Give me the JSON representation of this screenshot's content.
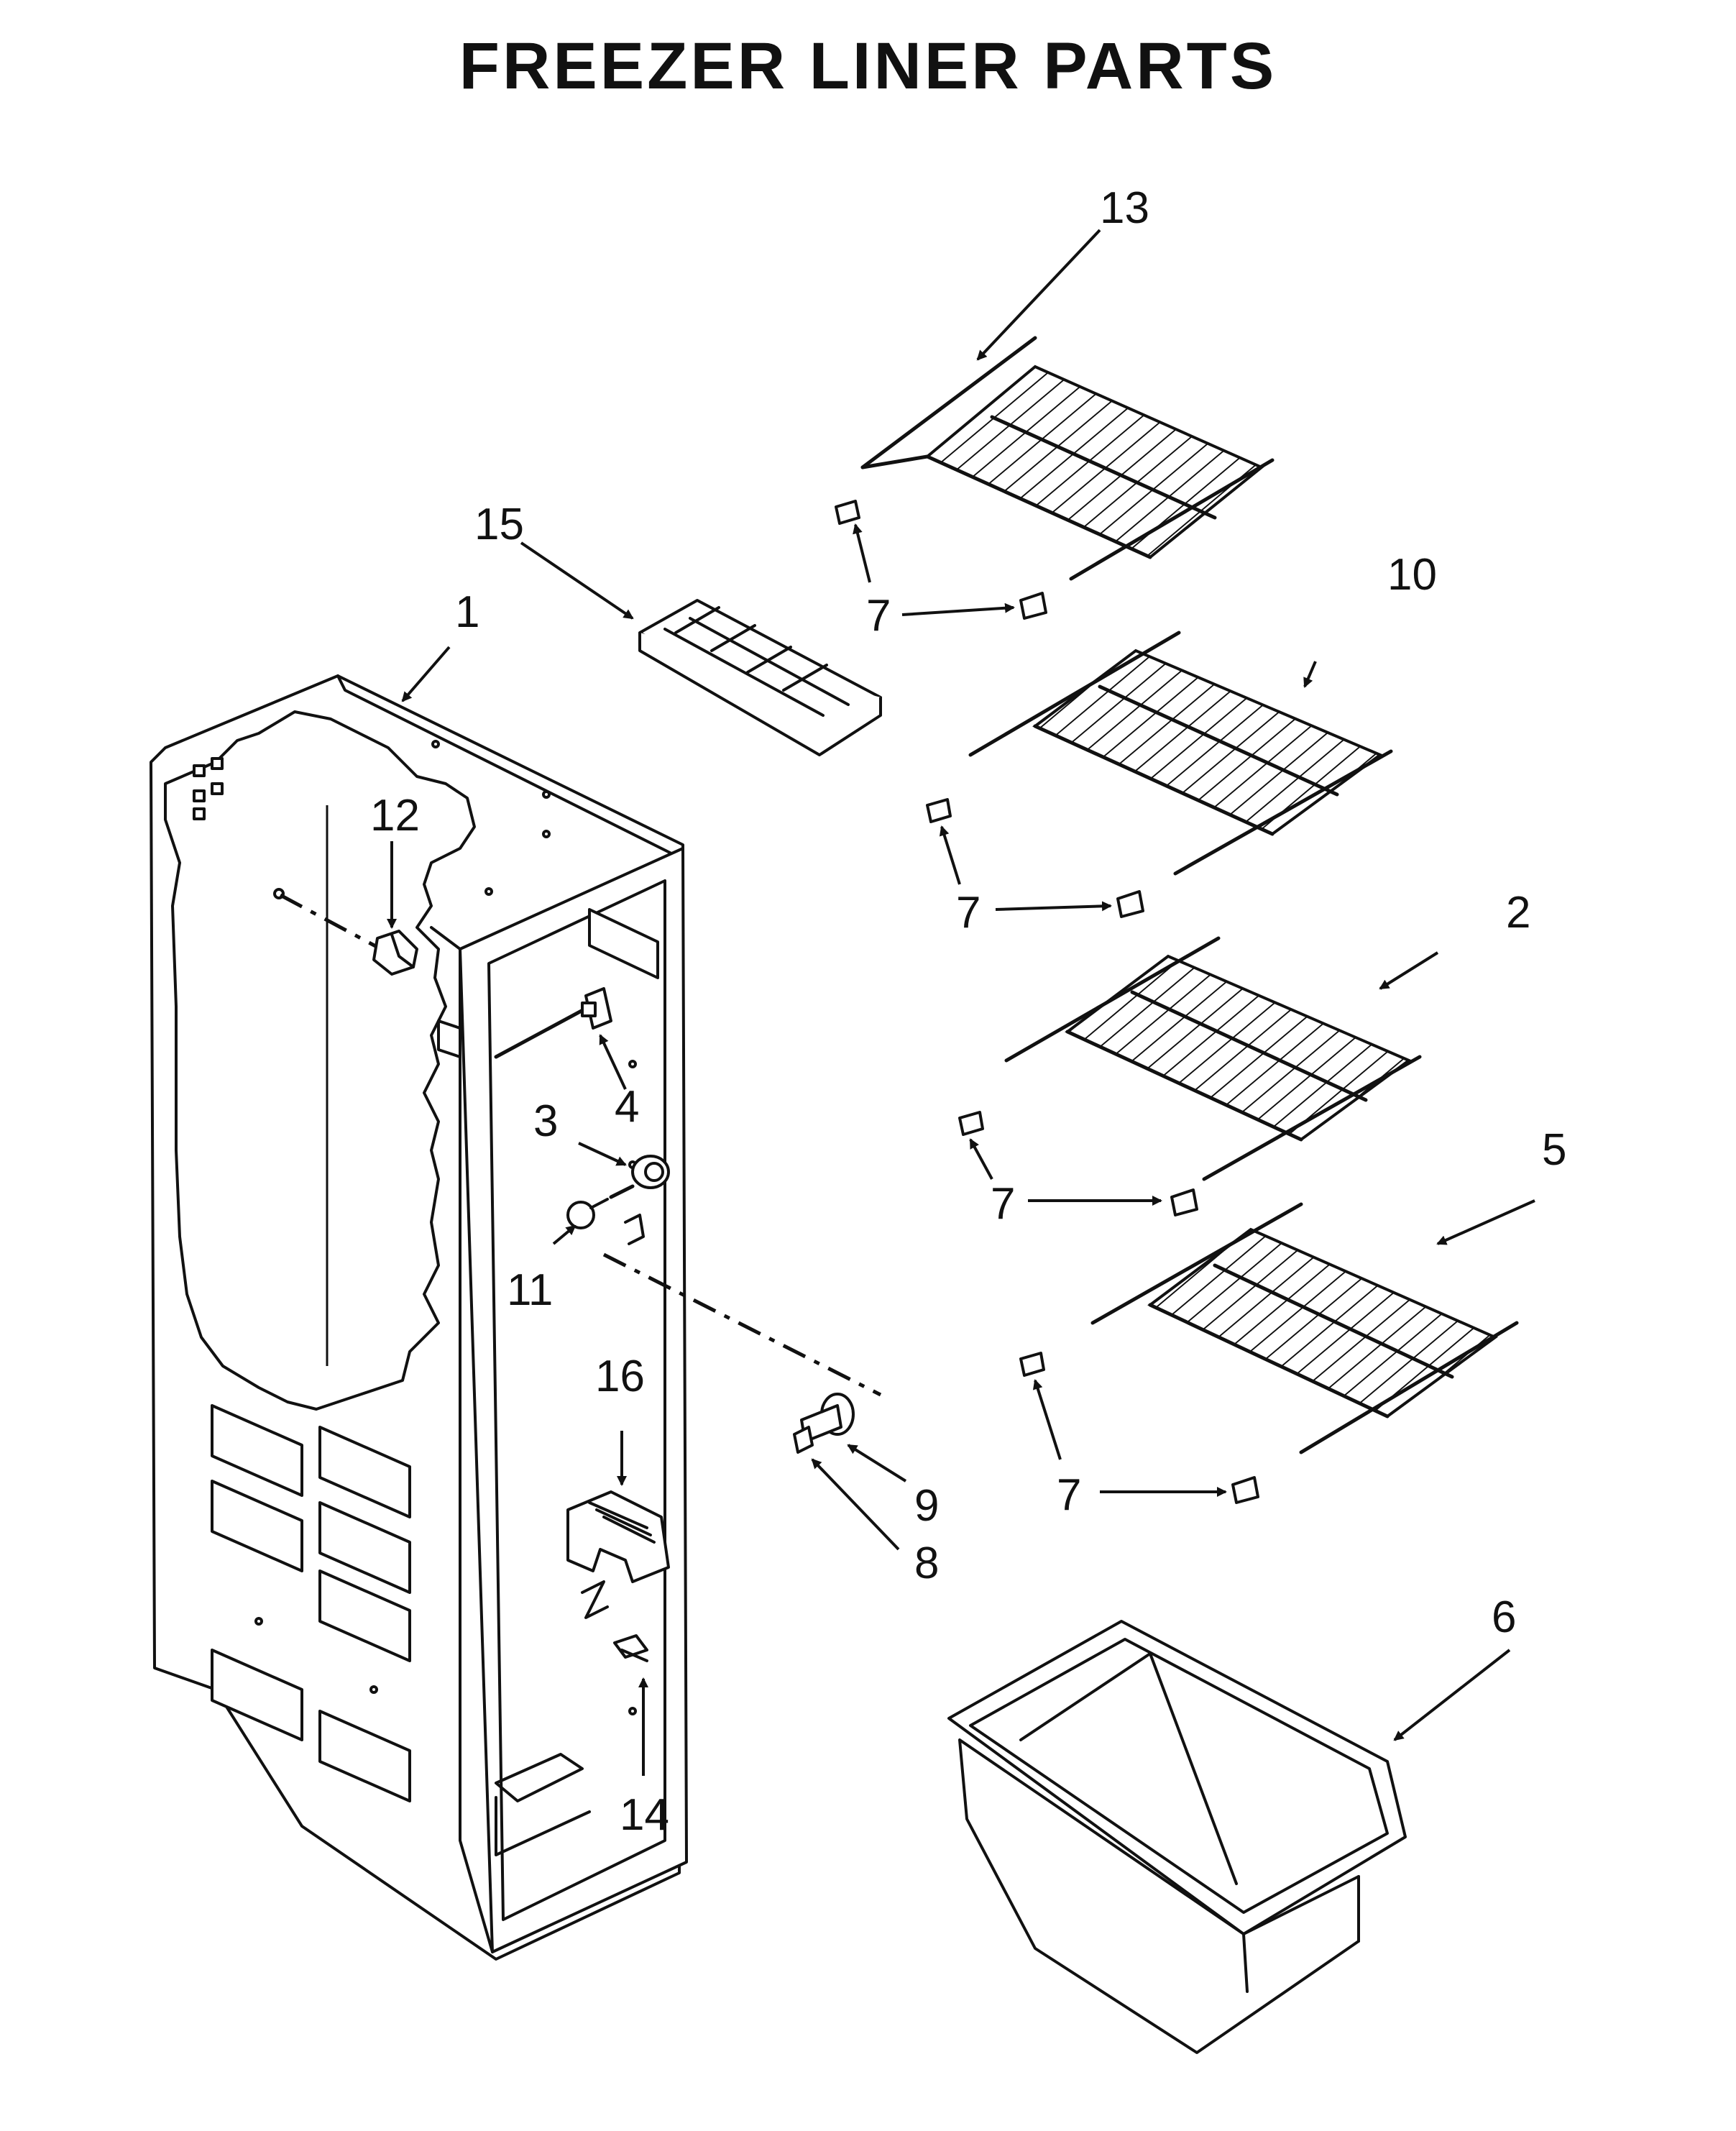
{
  "title": "FREEZER LINER PARTS",
  "callouts": {
    "c1": "1",
    "c2": "2",
    "c3": "3",
    "c4": "4",
    "c5": "5",
    "c6": "6",
    "c7a": "7",
    "c7b": "7",
    "c7c": "7",
    "c7d": "7",
    "c8": "8",
    "c9": "9",
    "c10": "10",
    "c11": "11",
    "c12": "12",
    "c13": "13",
    "c14": "14",
    "c15": "15",
    "c16": "16"
  }
}
